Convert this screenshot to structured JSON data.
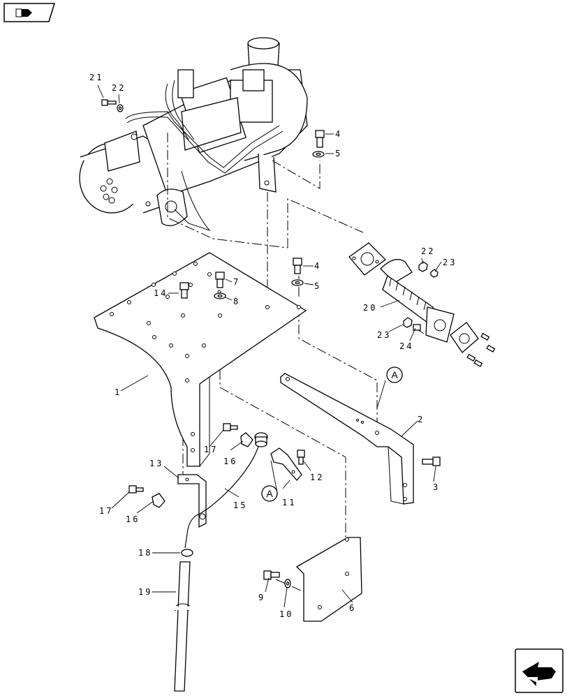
{
  "callouts": [
    {
      "id": "c1",
      "text": "1"
    },
    {
      "id": "c2",
      "text": "2"
    },
    {
      "id": "c3",
      "text": "3"
    },
    {
      "id": "c4a",
      "text": "4"
    },
    {
      "id": "c4b",
      "text": "4"
    },
    {
      "id": "c5a",
      "text": "5"
    },
    {
      "id": "c5b",
      "text": "5"
    },
    {
      "id": "c6",
      "text": "6"
    },
    {
      "id": "c7",
      "text": "7"
    },
    {
      "id": "c8",
      "text": "8"
    },
    {
      "id": "c9",
      "text": "9"
    },
    {
      "id": "c10",
      "text": "10"
    },
    {
      "id": "c11",
      "text": "11"
    },
    {
      "id": "c12",
      "text": "12"
    },
    {
      "id": "c13",
      "text": "13"
    },
    {
      "id": "c14",
      "text": "14"
    },
    {
      "id": "c15",
      "text": "15"
    },
    {
      "id": "c16a",
      "text": "16"
    },
    {
      "id": "c16b",
      "text": "16"
    },
    {
      "id": "c17a",
      "text": "17"
    },
    {
      "id": "c17b",
      "text": "17"
    },
    {
      "id": "c18",
      "text": "18"
    },
    {
      "id": "c19",
      "text": "19"
    },
    {
      "id": "c20",
      "text": "20"
    },
    {
      "id": "c21",
      "text": "21"
    },
    {
      "id": "c22a",
      "text": "22"
    },
    {
      "id": "c22b",
      "text": "22"
    },
    {
      "id": "c23a",
      "text": "23"
    },
    {
      "id": "c23b",
      "text": "23"
    },
    {
      "id": "c24",
      "text": "24"
    }
  ],
  "references": {
    "ref_a_top": "A",
    "ref_a_left": "A"
  },
  "nav": {
    "prev_icon": "book-back-icon",
    "next_icon": "next-page-arrow-icon"
  }
}
